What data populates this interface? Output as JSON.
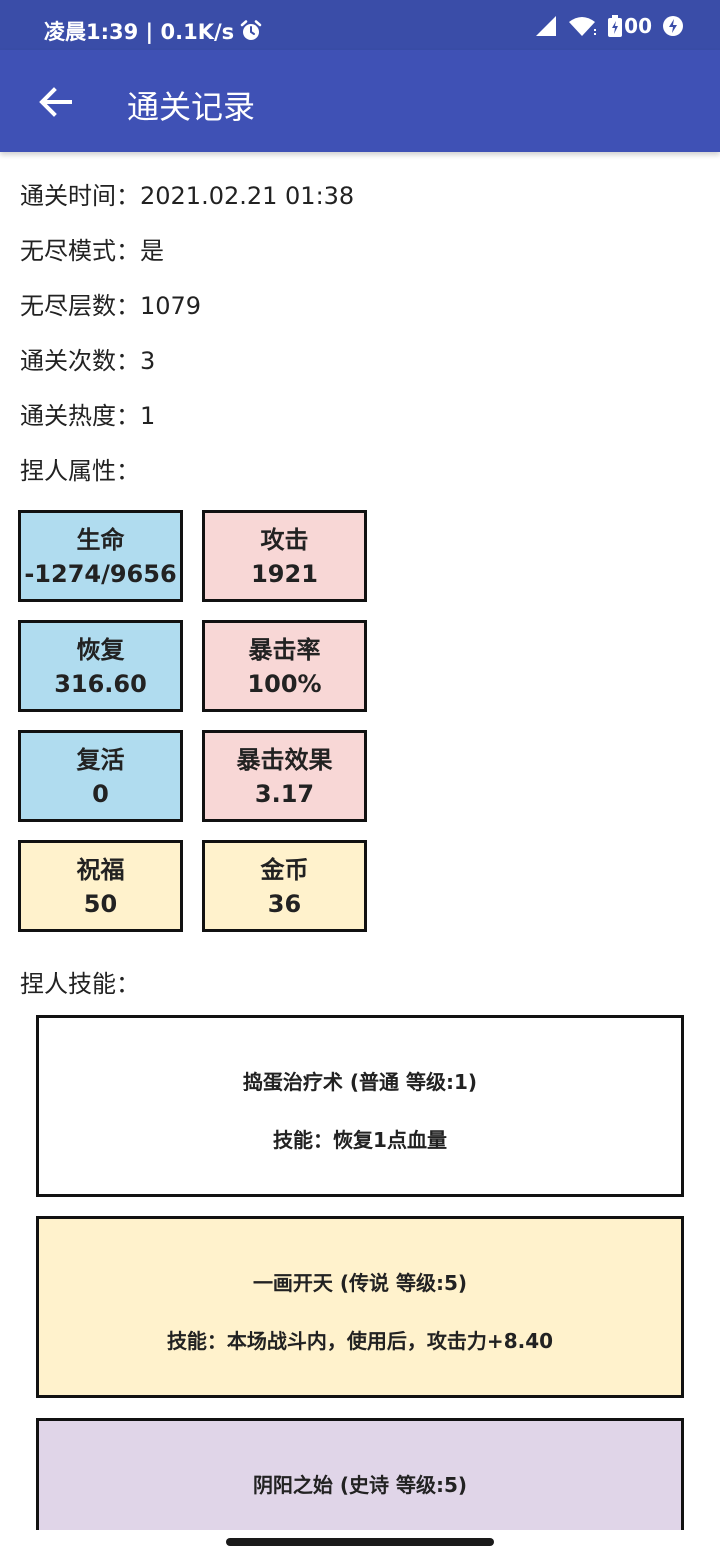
{
  "status_bar": {
    "time_speed": "凌晨1:39 | 0.1K/s",
    "battery_text": "00",
    "icons": [
      "alarm-icon",
      "signal-icon",
      "wifi-icon",
      "battery-icon",
      "charging-icon"
    ]
  },
  "app_bar": {
    "title": "通关记录",
    "back_icon": "arrow-left-icon"
  },
  "info": {
    "clear_time": "通关时间：2021.02.21 01:38",
    "endless_mode": "无尽模式：是",
    "endless_floors": "无尽层数：1079",
    "clear_count": "通关次数：3",
    "clear_heat": "通关热度：1",
    "attributes_heading": "捏人属性：",
    "skills_heading": "捏人技能："
  },
  "stats": [
    {
      "label": "生命",
      "value": "-1274/9656",
      "color": "#b0dcef"
    },
    {
      "label": "攻击",
      "value": "1921",
      "color": "#f8d7d6"
    },
    {
      "label": "恢复",
      "value": "316.60",
      "color": "#b0dcef"
    },
    {
      "label": "暴击率",
      "value": "100%",
      "color": "#f8d7d6"
    },
    {
      "label": "复活",
      "value": "0",
      "color": "#b0dcef"
    },
    {
      "label": "暴击效果",
      "value": "3.17",
      "color": "#f8d7d6"
    },
    {
      "label": "祝福",
      "value": "50",
      "color": "#fff2cc"
    },
    {
      "label": "金币",
      "value": "36",
      "color": "#fff2cc"
    }
  ],
  "skills": [
    {
      "name": "捣蛋治疗术 (普通 等级:1)",
      "desc": "技能：恢复1点血量",
      "color": "#ffffff"
    },
    {
      "name": "一画开天 (传说 等级:5)",
      "desc": "技能：本场战斗内，使用后，攻击力+8.40",
      "color": "#fff2cc"
    },
    {
      "name": "阴阳之始 (史诗 等级:5)",
      "desc": "",
      "color": "#e0d5e8"
    }
  ],
  "colors": {
    "app_bar": "#3f51b5",
    "status_bar": "#3a4da8"
  }
}
